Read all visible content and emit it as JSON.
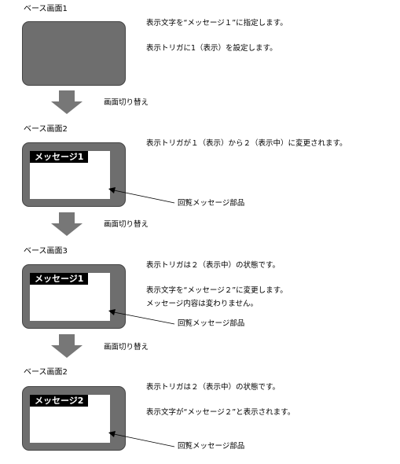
{
  "steps": [
    {
      "title": "ベース画面1",
      "notes": [
        "表示文字を“メッセージ１”に指定します。",
        "表示トリガに1（表示）を設定します。"
      ]
    },
    {
      "title": "ベース画面2",
      "message": "メッセージ1",
      "notes": [
        "表示トリガが１（表示）から２（表示中）に変更されます。"
      ],
      "part_label": "回覧メッセージ部品"
    },
    {
      "title": "ベース画面3",
      "message": "メッセージ1",
      "notes": [
        "表示トリガは２（表示中）の状態です。",
        "表示文字を“メッセージ２”に変更します。",
        "メッセージ内容は変わりません。"
      ],
      "part_label": "回覧メッセージ部品"
    },
    {
      "title": "ベース画面2",
      "message": "メッセージ2",
      "notes": [
        "表示トリガは２（表示中）の状態です。",
        "表示文字が“メッセージ２”と表示されます。"
      ],
      "part_label": "回覧メッセージ部品"
    }
  ],
  "transitions": [
    "画面切り替え",
    "画面切り替え",
    "画面切り替え"
  ],
  "colors": {
    "screen_fill": "#6e6e6e",
    "arrow_fill": "#777777",
    "message_bar": "#000000"
  }
}
